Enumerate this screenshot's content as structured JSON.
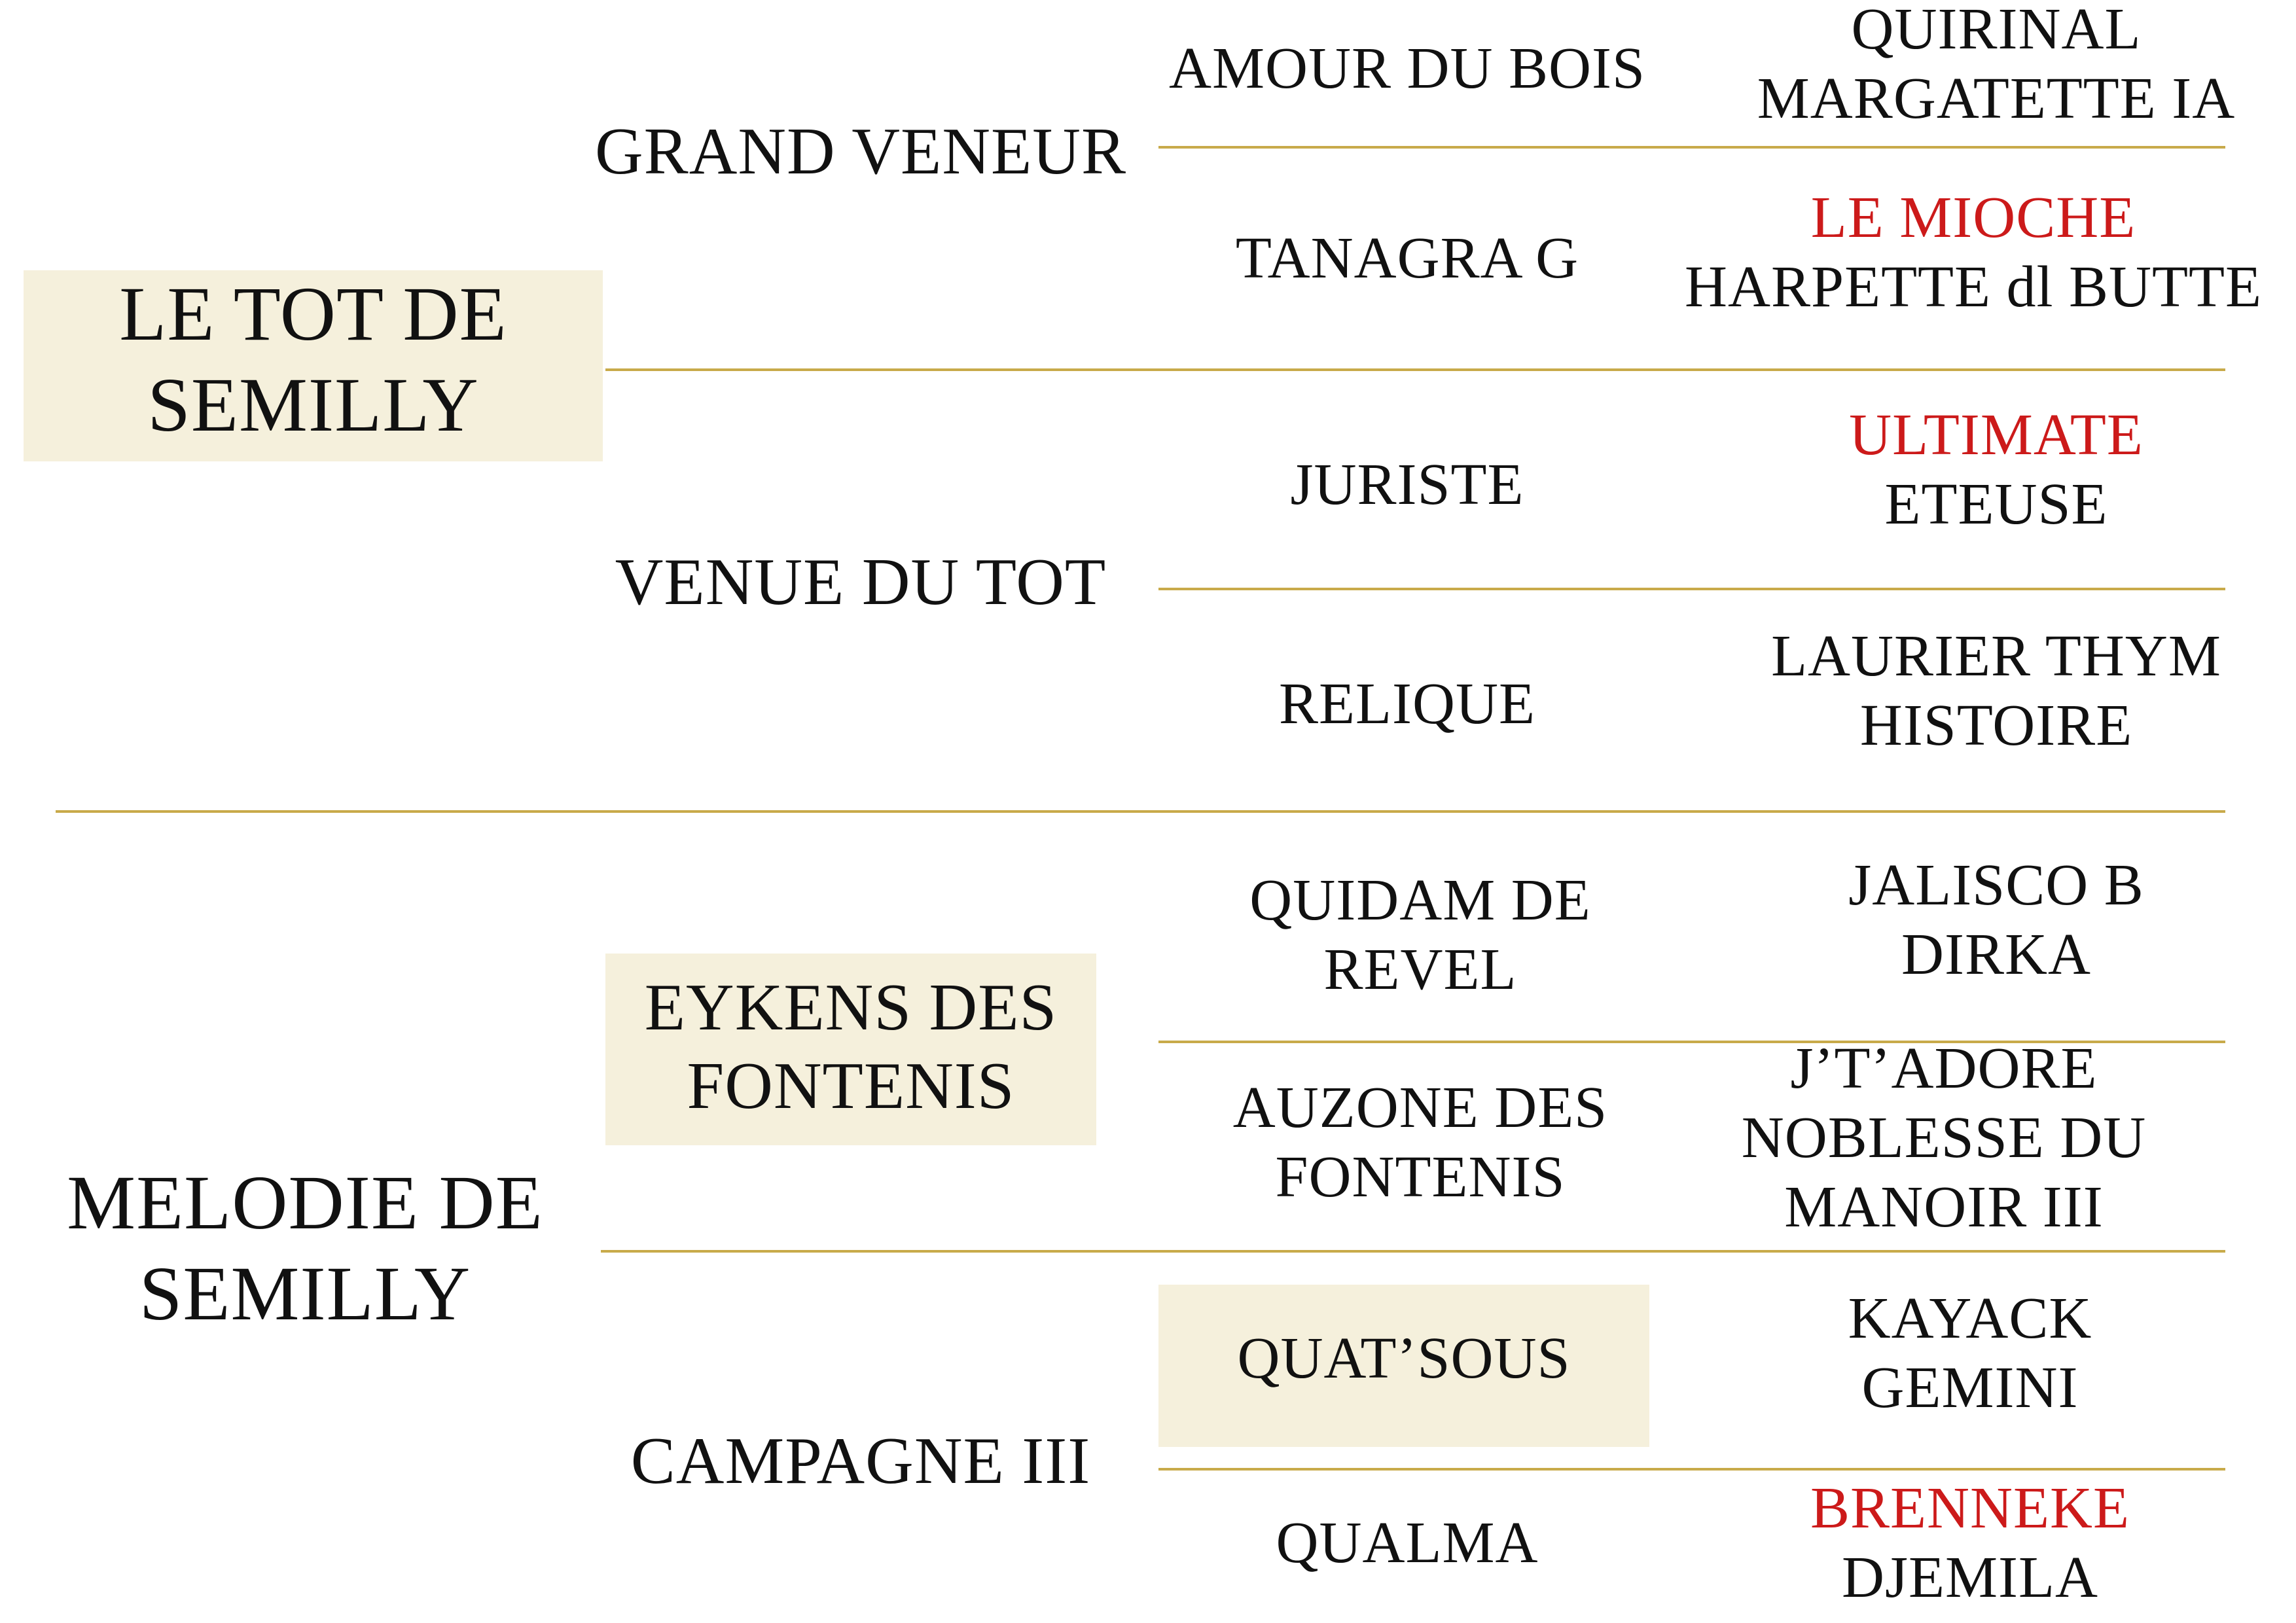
{
  "colors": {
    "highlight_bg": "#f5f0dc",
    "rule_line": "#c8aa4a",
    "text": "#111111",
    "red_name": "#cc1a1a"
  },
  "gen1": {
    "sire": [
      "LE TOT DE",
      "SEMILLY"
    ],
    "dam": [
      "MELODIE DE",
      "SEMILLY"
    ]
  },
  "gen2": {
    "sire_sire": "GRAND VENEUR",
    "sire_dam": "VENUE DU TOT",
    "dam_sire": [
      "EYKENS DES",
      "FONTENIS"
    ],
    "dam_dam": "CAMPAGNE III"
  },
  "gen3": {
    "a": "AMOUR DU BOIS",
    "b": "TANAGRA G",
    "c": "JURISTE",
    "d": "RELIQUE",
    "e": [
      "QUIDAM DE",
      "REVEL"
    ],
    "f": [
      "AUZONE DES",
      "FONTENIS"
    ],
    "g": "QUAT’SOUS",
    "h": "QUALMA"
  },
  "gen4": {
    "a1": "QUIRINAL",
    "a2": "MARGATETTE IA",
    "b1": "LE MIOCHE",
    "b2": "HARPETTE dl BUTTE",
    "c1": "ULTIMATE",
    "c2": "ETEUSE",
    "d1": "LAURIER THYM",
    "d2": "HISTOIRE",
    "e1": "JALISCO B",
    "e2": "DIRKA",
    "f1": "J’T’ADORE",
    "f2": "NOBLESSE DU",
    "f3": "MANOIR III",
    "g1": "KAYACK",
    "g2": "GEMINI",
    "h1": "BRENNEKE",
    "h2": "DJEMILA"
  }
}
